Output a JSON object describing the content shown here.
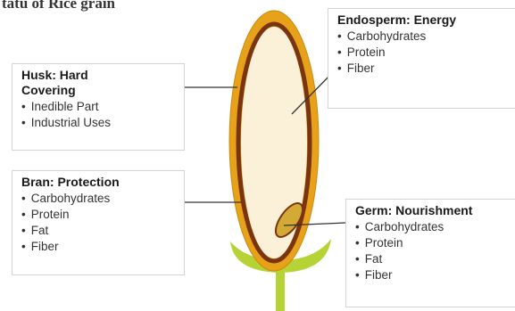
{
  "header": {
    "title": "tatu of Rice grain"
  },
  "colors": {
    "husk": "#e8a21a",
    "husk_outline": "#c98a10",
    "bran": "#7a3410",
    "endosperm": "#fbf0d8",
    "germ": "#b08518",
    "germ_fill": "#d3aa36",
    "stem": "#b5d335",
    "box_border": "#d3d3d3",
    "leader": "#333333"
  },
  "labels": {
    "husk": {
      "title_line1": "Husk: Hard",
      "title_line2": "Covering",
      "items": [
        "Inedible Part",
        "Industrial Uses"
      ]
    },
    "bran": {
      "title": "Bran: Protection",
      "items": [
        "Carbohydrates",
        "Protein",
        "Fat",
        "Fiber"
      ]
    },
    "endosperm": {
      "title": "Endosperm: Energy",
      "items": [
        "Carbohydrates",
        "Protein",
        "Fiber"
      ]
    },
    "germ": {
      "title": "Germ: Nourishment",
      "items": [
        "Carbohydrates",
        "Protein",
        "Fat",
        "Fiber"
      ]
    }
  }
}
